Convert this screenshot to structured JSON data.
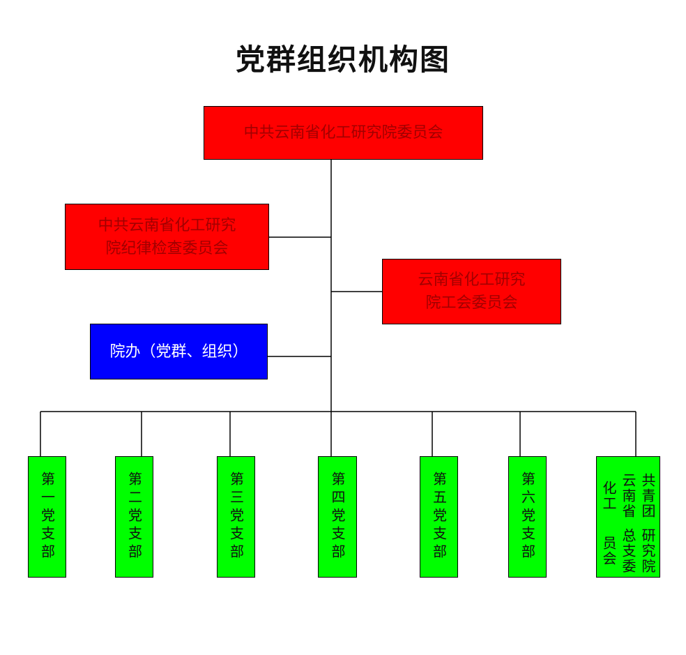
{
  "title": "党群组织机构图",
  "top_node": "中共云南省化工研究院委员会",
  "discipline": {
    "line1": "中共云南省化工研究",
    "line2": "院纪律检查委员会"
  },
  "union": {
    "line1": "云南省化工研究",
    "line2": "院工会委员会"
  },
  "office": "院办（党群、组织）",
  "branches": [
    "第一党支部",
    "第二党支部",
    "第三党支部",
    "第四党支部",
    "第五党支部",
    "第六党支部"
  ],
  "league": {
    "col1": "共青团云南省化工",
    "col2": "研究院总支委员会"
  },
  "colors": {
    "party": "#ff0000",
    "office": "#0000ff",
    "branch": "#00ff00"
  }
}
